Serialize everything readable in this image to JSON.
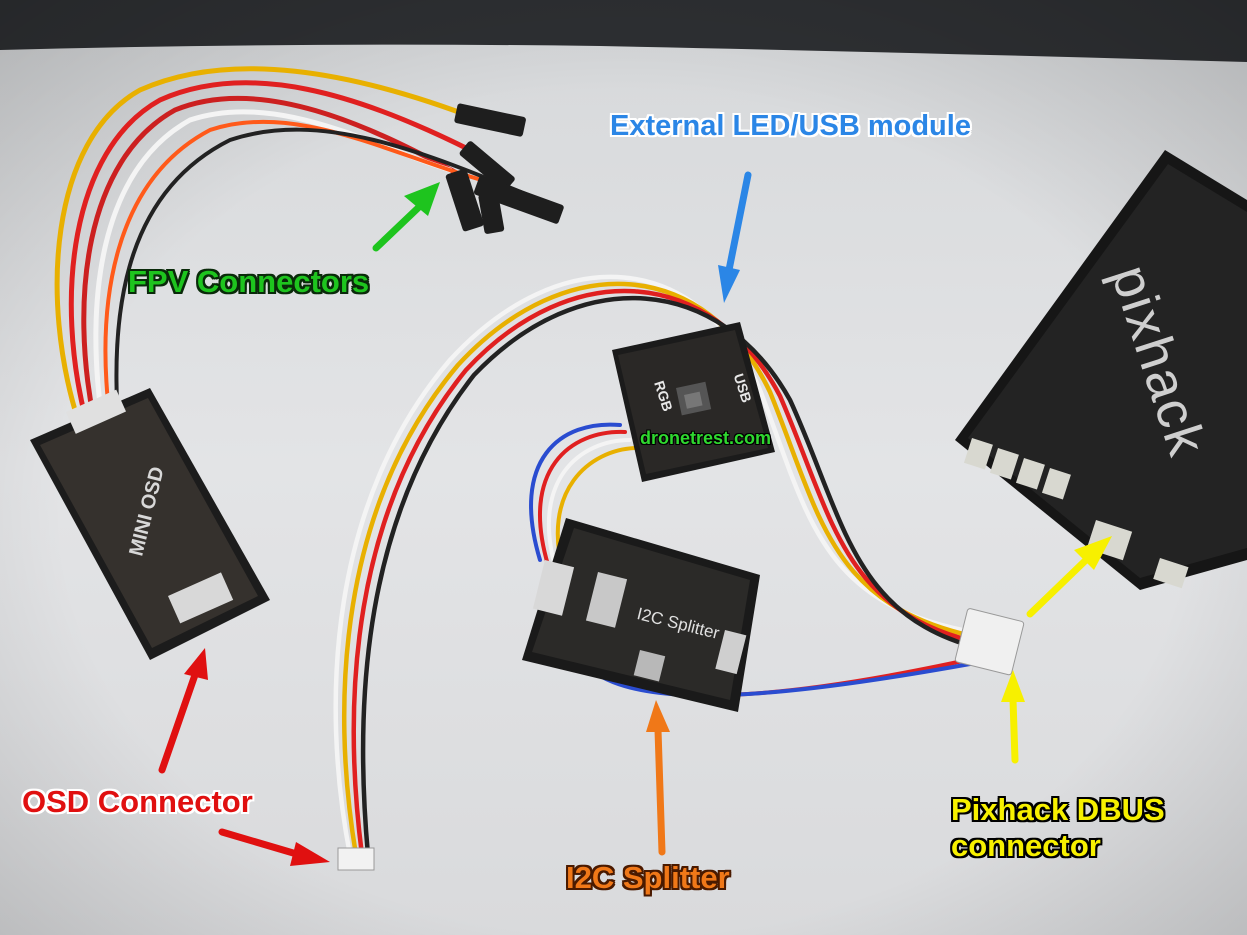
{
  "labels": {
    "external_led_usb": "External LED/USB module",
    "fpv_connectors": "FPV Connectors",
    "osd_connector": "OSD Connector",
    "i2c_splitter": "I2C Splitter",
    "pixhack_dbus_line1": "Pixhack DBUS",
    "pixhack_dbus_line2": "connector"
  },
  "watermark": "dronetrest.com",
  "device_text": {
    "mini_osd": "MINI OSD",
    "rgb": "RGB",
    "usb": "USB",
    "i2c_splitter": "I2C Splitter",
    "pixhack": "pixhack"
  },
  "colors": {
    "blue_label": "#2b86e6",
    "green_label": "#1ec41e",
    "red_label": "#e01010",
    "orange_label": "#f07818",
    "yellow_label": "#f7f000"
  }
}
